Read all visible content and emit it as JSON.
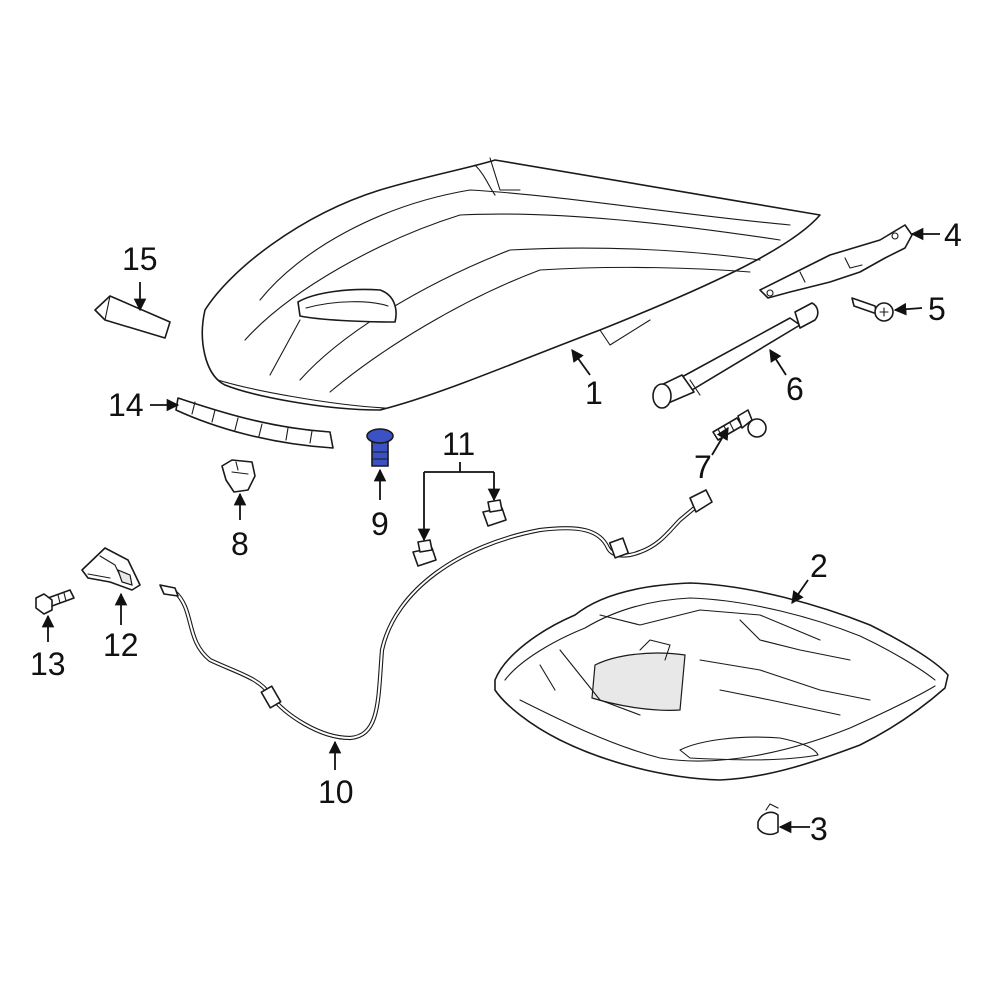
{
  "highlight_color": "#3a52c4",
  "callouts": {
    "c1": "1",
    "c2": "2",
    "c3": "3",
    "c4": "4",
    "c5": "5",
    "c6": "6",
    "c7": "7",
    "c8": "8",
    "c9": "9",
    "c10": "10",
    "c11": "11",
    "c12": "12",
    "c13": "13",
    "c14": "14",
    "c15": "15"
  }
}
